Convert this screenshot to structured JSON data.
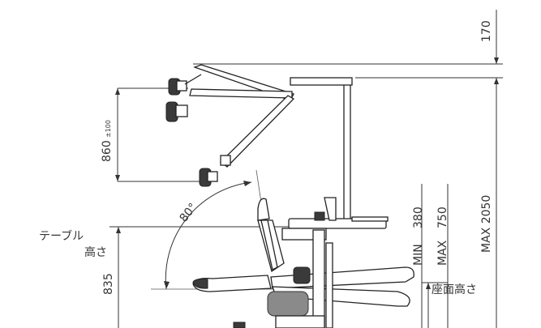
{
  "dimensions": {
    "top_offset": "170",
    "max_height": "MAX 2050",
    "light_range_main": "860",
    "light_range_tol": "±100",
    "min_label": "MIN",
    "min_value": "380",
    "max_label": "MAX",
    "max_value": "750",
    "angle": "80°",
    "table_height_line1": "テーブル",
    "table_height_line2": "高さ",
    "table_height_value": "835",
    "seat_height": "座面高さ"
  }
}
